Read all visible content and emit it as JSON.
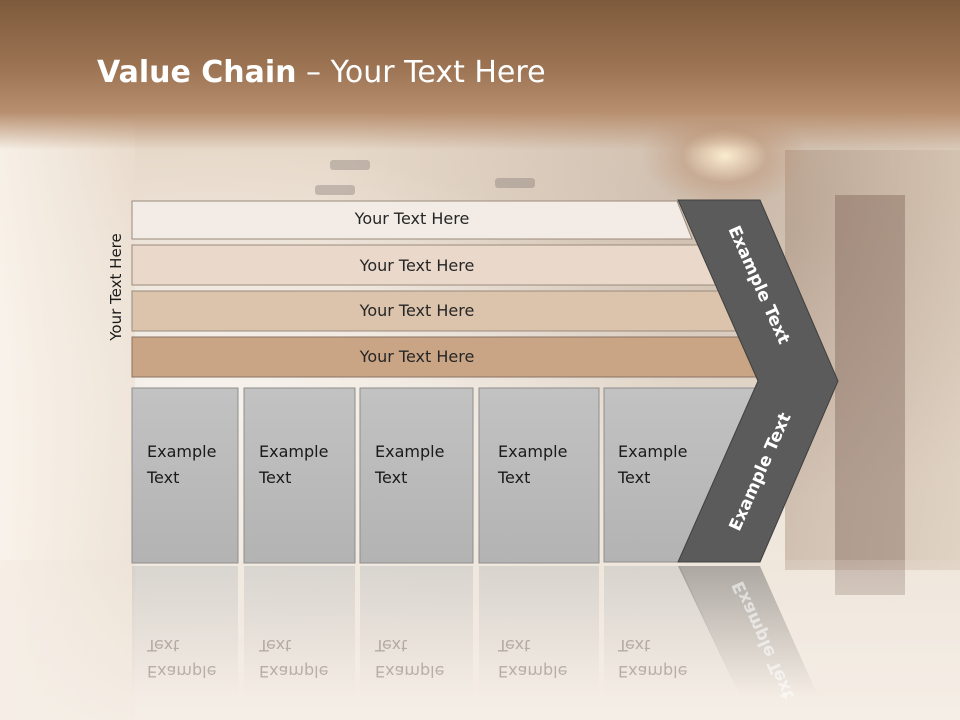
{
  "title": {
    "bold": "Value Chain",
    "rest": " – Your Text Here"
  },
  "side_label": "Your Text Here",
  "rows": [
    {
      "label": "Your Text Here"
    },
    {
      "label": "Your Text Here"
    },
    {
      "label": "Your Text Here"
    },
    {
      "label": "Your Text Here"
    }
  ],
  "columns": [
    {
      "line1": "Example",
      "line2": "Text"
    },
    {
      "line1": "Example",
      "line2": "Text"
    },
    {
      "line1": "Example",
      "line2": "Text"
    },
    {
      "line1": "Example",
      "line2": "Text"
    },
    {
      "line1": "Example",
      "line2": "Text"
    }
  ],
  "chevron": {
    "upper_label": "Example Text",
    "lower_label": "Example Text"
  },
  "colors": {
    "row1": "#f3ece6",
    "row2": "#ead9cb",
    "row3": "#dbc3ac",
    "row4": "#c9a585",
    "column": "#bdbdbd",
    "chevron": "#5b5b5b",
    "title_band": "#8b6446"
  }
}
